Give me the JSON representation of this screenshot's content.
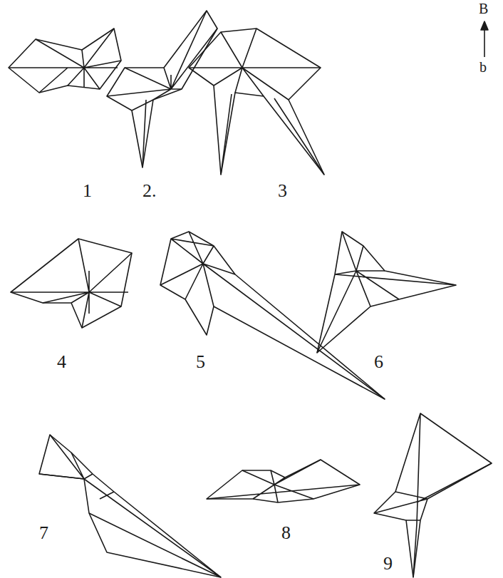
{
  "diagram": {
    "labels": [
      "B",
      "b",
      "1",
      "2.",
      "3",
      "4",
      "5",
      "6",
      "7",
      "8",
      "9"
    ]
  }
}
